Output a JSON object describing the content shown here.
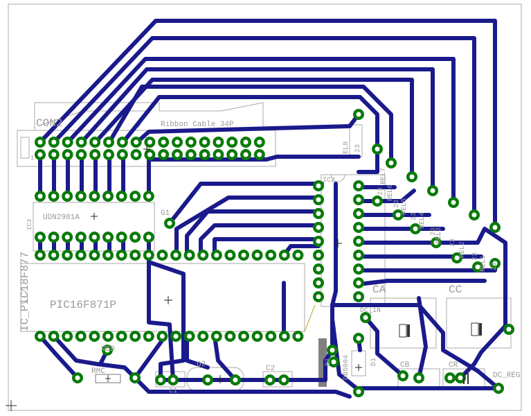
{
  "components": {
    "con2": "CON2",
    "ribbon": "Ribbon Cable 34P",
    "udn": "UDN2981A",
    "udn_ref": "IC3",
    "g1": "G1",
    "ic_pic": "IC_PIC18F877",
    "pic": "PIC16F871P",
    "ic2": "IC2",
    "el8": "EL8",
    "el8_val": "23",
    "rel": [
      "REL7",
      "REL6",
      "REL5",
      "REL4",
      "REL3",
      "REL2",
      "REL1"
    ],
    "rel_val": "23",
    "ca": "CA",
    "cc": "CC",
    "dc_1n": "DC_1N",
    "d1": "D1",
    "b1": "B1",
    "bridge": "DB5004",
    "cb": "CB",
    "cr": "CR",
    "dc_reg": "DC_REG",
    "vdd": "VDD",
    "rmc": "RMC",
    "c1": "C1",
    "q2": "Q2",
    "c2": "C2",
    "pin1": "1"
  }
}
